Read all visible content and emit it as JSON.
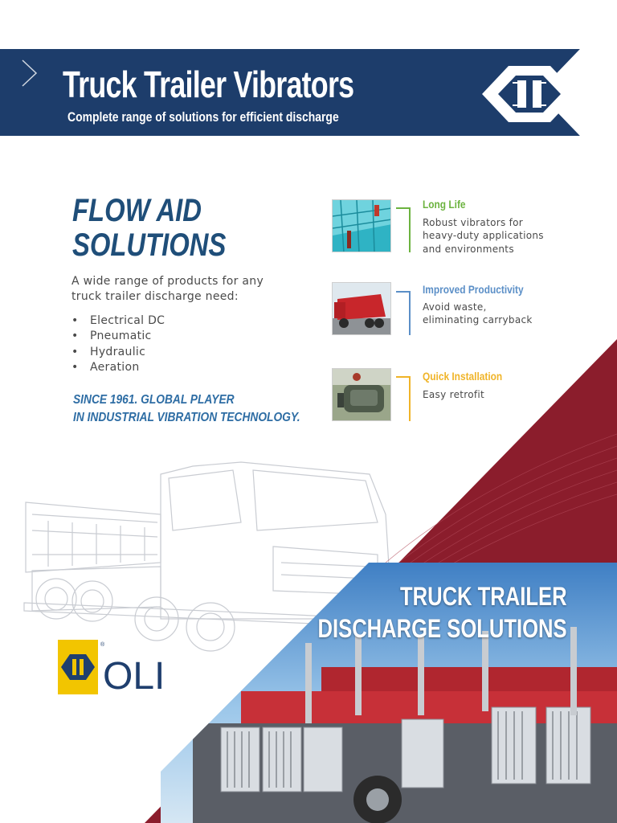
{
  "header": {
    "title": "Truck Trailer Vibrators",
    "subtitle": "Complete range of solutions for efficient discharge",
    "logo_icon": "oli-double-bar-logo-icon"
  },
  "intro_section": {
    "heading_line1": "FLOW AID",
    "heading_line2": "SOLUTIONS",
    "description": "A wide range of products for any truck trailer discharge need:",
    "products": [
      "Electrical DC",
      "Pneumatic",
      "Hydraulic",
      "Aeration"
    ],
    "tagline_line1": "SINCE 1961. GLOBAL PLAYER",
    "tagline_line2": "IN INDUSTRIAL VIBRATION TECHNOLOGY."
  },
  "features": [
    {
      "title": "Long Life",
      "desc_line1": "Robust vibrators for",
      "desc_line2": "heavy-duty applications",
      "desc_line3": "and environments",
      "color": "#6cb33f",
      "image": "vibrator-on-trailer-image"
    },
    {
      "title": "Improved Productivity",
      "desc_line1": "Avoid waste,",
      "desc_line2": "eliminating carryback",
      "desc_line3": "",
      "color": "#5b8fc7",
      "image": "red-tanker-truck-image"
    },
    {
      "title": "Quick Installation",
      "desc_line1": "Easy retrofit",
      "desc_line2": "",
      "desc_line3": "",
      "color": "#f0b428",
      "image": "vibrator-mount-image"
    }
  ],
  "promo": {
    "line1": "TRUCK TRAILER",
    "line2": "DISCHARGE SOLUTIONS",
    "image": "fleet-of-trucks-image"
  },
  "brand": {
    "name": "OLI",
    "mark": "®"
  },
  "colors": {
    "navy": "#1d3d6b",
    "maroon": "#8b1d2c",
    "heading_blue": "#1f4e79",
    "tagline_blue": "#2e6da4",
    "green": "#6cb33f",
    "light_blue": "#5b8fc7",
    "yellow": "#f0b428",
    "oli_yellow": "#f2c500"
  }
}
